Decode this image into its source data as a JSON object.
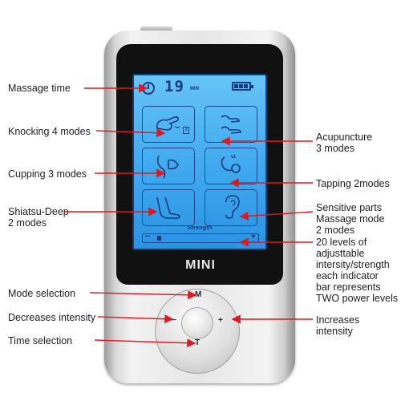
{
  "device": {
    "brand": "MINI",
    "screen": {
      "time_value": "19",
      "time_unit": "MIN",
      "strength_label": "Strength",
      "strength_minus": "−",
      "strength_plus": "+",
      "strength_level_fraction": 0.05,
      "battery_bars": 3
    },
    "pad": {
      "mode_key": "M",
      "time_key": "T",
      "decrease_key": "−",
      "increase_key": "+"
    }
  },
  "callouts": {
    "massage_time": [
      "Massage time"
    ],
    "knocking": [
      "Knocking 4 modes"
    ],
    "cupping": [
      "Cupping 3 modes"
    ],
    "shiatsu": [
      "Shiatsu-Deep",
      "2 modes"
    ],
    "mode_selection": [
      "Mode selection"
    ],
    "decreases": [
      "Decreases intensity"
    ],
    "time_selection": [
      "Time selection"
    ],
    "acupuncture": [
      "Acupuncture",
      "3 modes"
    ],
    "tapping": [
      "Tapping 2modes"
    ],
    "sensitive": [
      "Sensitive parts",
      "Massage mode",
      "2 modes"
    ],
    "levels": [
      "20 levels of",
      "adjusttable",
      "intersity/strength",
      "each indicator",
      "bar represents",
      "TWO power levels"
    ],
    "increases": [
      "Increases",
      "intensity"
    ]
  },
  "colors": {
    "arrow": "#e0191f",
    "screen": "#3ea8ef",
    "icon_ink": "#153a7a"
  }
}
